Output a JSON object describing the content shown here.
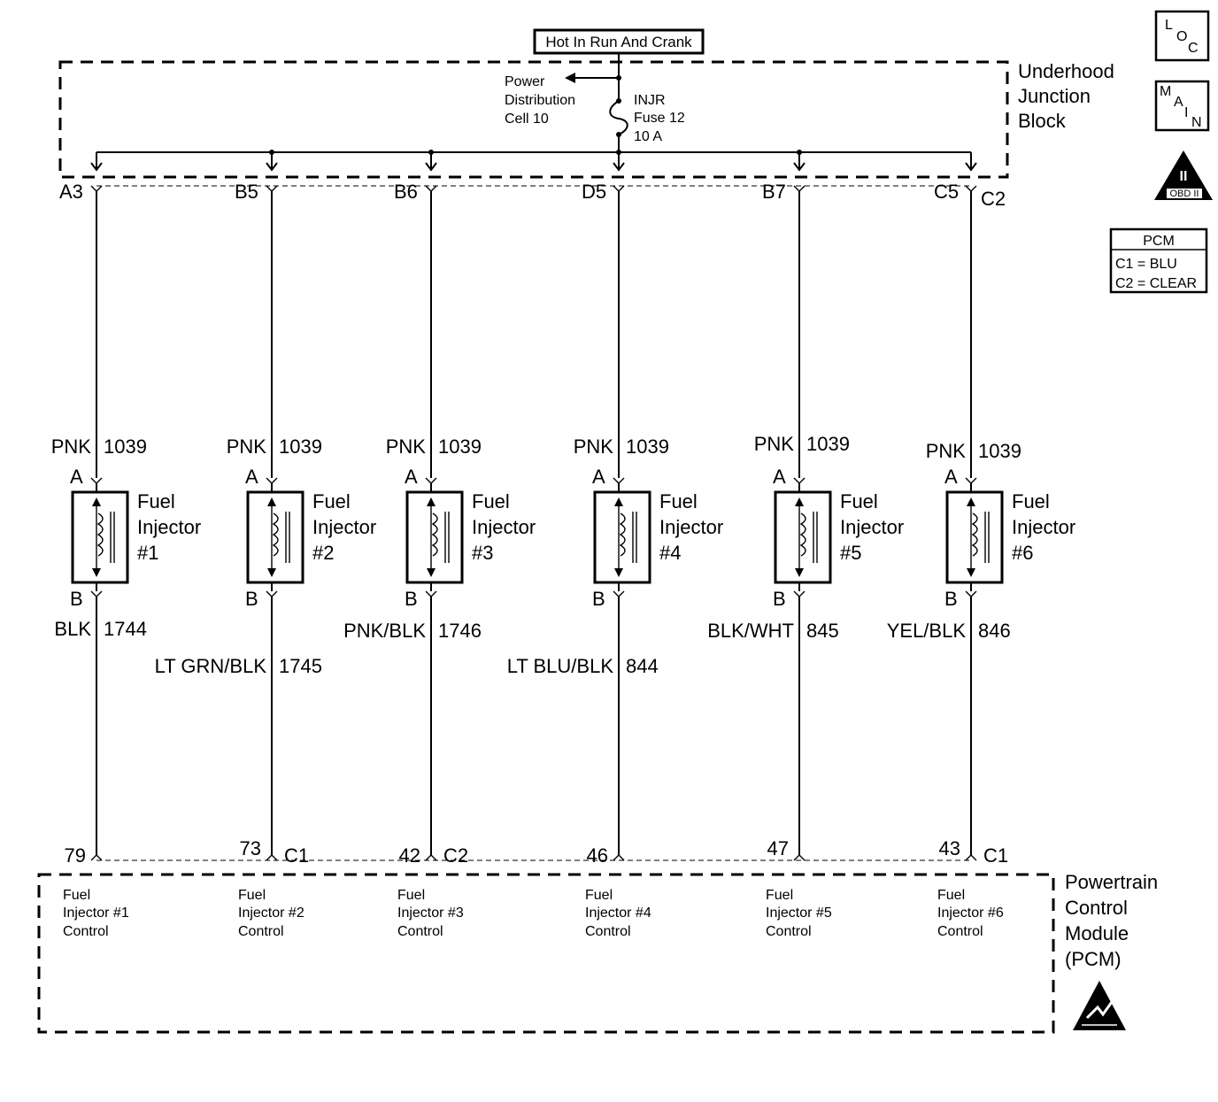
{
  "power_source": "Hot In Run And Crank",
  "junction_block": {
    "name_lines": [
      "Underhood",
      "Junction",
      "Block"
    ],
    "distribution_lines": [
      "Power",
      "Distribution",
      "Cell 10"
    ],
    "fuse_lines": [
      "INJR",
      "Fuse 12",
      "10 A"
    ]
  },
  "icons": {
    "loc": [
      "L",
      "O",
      "C"
    ],
    "main": [
      "M",
      "A",
      "I",
      "N"
    ],
    "obd": [
      "II",
      "OBD II"
    ]
  },
  "pcm_legend": {
    "title": "PCM",
    "rows": [
      "C1 = BLU",
      "C2 = CLEAR"
    ]
  },
  "circuits": [
    {
      "ujb_pin": "A3",
      "top_wire": [
        "PNK",
        "1039"
      ],
      "pin_a": "A",
      "pin_b": "B",
      "injector": [
        "Fuel",
        "Injector",
        "#1"
      ],
      "bottom_wire": [
        "BLK",
        "1744"
      ],
      "pcm_pin": "79",
      "pcm_conn": "",
      "pcm_label": [
        "Fuel",
        "Injector #1",
        "Control"
      ]
    },
    {
      "ujb_pin": "B5",
      "top_wire": [
        "PNK",
        "1039"
      ],
      "pin_a": "A",
      "pin_b": "B",
      "injector": [
        "Fuel",
        "Injector",
        "#2"
      ],
      "bottom_wire": [
        "LT GRN/BLK",
        "1745"
      ],
      "pcm_pin": "73",
      "pcm_conn": "C1",
      "pcm_label": [
        "Fuel",
        "Injector #2",
        "Control"
      ]
    },
    {
      "ujb_pin": "B6",
      "top_wire": [
        "PNK",
        "1039"
      ],
      "pin_a": "A",
      "pin_b": "B",
      "injector": [
        "Fuel",
        "Injector",
        "#3"
      ],
      "bottom_wire": [
        "PNK/BLK",
        "1746"
      ],
      "pcm_pin": "42",
      "pcm_conn": "C2",
      "pcm_label": [
        "Fuel",
        "Injector #3",
        "Control"
      ]
    },
    {
      "ujb_pin": "D5",
      "top_wire": [
        "PNK",
        "1039"
      ],
      "pin_a": "A",
      "pin_b": "B",
      "injector": [
        "Fuel",
        "Injector",
        "#4"
      ],
      "bottom_wire": [
        "LT BLU/BLK",
        "844"
      ],
      "pcm_pin": "46",
      "pcm_conn": "",
      "pcm_label": [
        "Fuel",
        "Injector #4",
        "Control"
      ]
    },
    {
      "ujb_pin": "B7",
      "top_wire": [
        "PNK",
        "1039"
      ],
      "pin_a": "A",
      "pin_b": "B",
      "injector": [
        "Fuel",
        "Injector",
        "#5"
      ],
      "bottom_wire": [
        "BLK/WHT",
        "845"
      ],
      "pcm_pin": "47",
      "pcm_conn": "",
      "pcm_label": [
        "Fuel",
        "Injector #5",
        "Control"
      ]
    },
    {
      "ujb_pin": "C5",
      "top_wire": [
        "PNK",
        "1039"
      ],
      "pin_a": "A",
      "pin_b": "B",
      "injector": [
        "Fuel",
        "Injector",
        "#6"
      ],
      "bottom_wire": [
        "YEL/BLK",
        "846"
      ],
      "pcm_pin": "43",
      "pcm_conn": "C1",
      "pcm_label": [
        "Fuel",
        "Injector #6",
        "Control"
      ]
    }
  ],
  "ujb_connector": "C2",
  "pcm": {
    "name_lines": [
      "Powertrain",
      "Control",
      "Module",
      "(PCM)"
    ]
  }
}
